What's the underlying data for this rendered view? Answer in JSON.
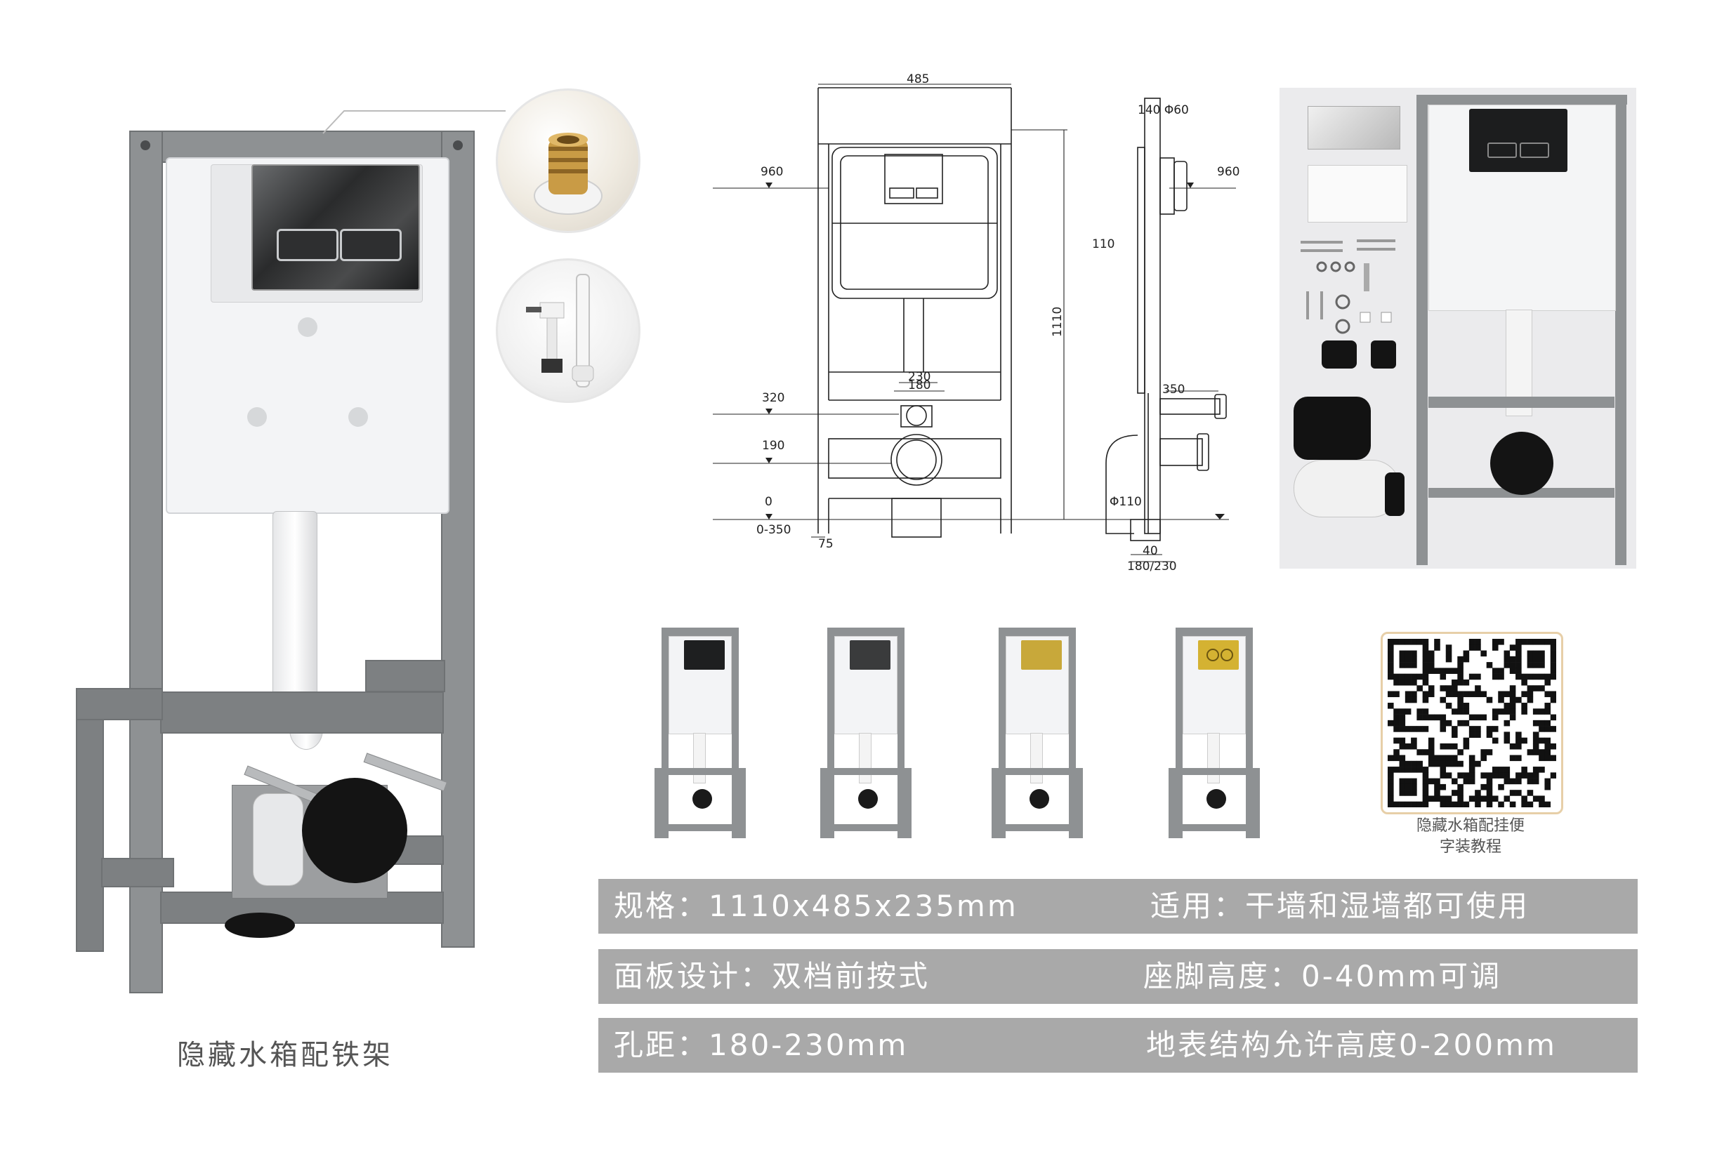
{
  "main_product": {
    "caption": "隐藏水箱配铁架"
  },
  "qr": {
    "caption_line1": "隐藏水箱配挂便",
    "caption_line2": "字装教程"
  },
  "drawing": {
    "dim_width": "485",
    "dim_960_left": "960",
    "dim_960_right": "960",
    "dim_320": "320",
    "dim_190": "190",
    "dim_0": "0",
    "dim_0_350": "0-350",
    "dim_75": "75",
    "dim_1110": "1110",
    "dim_230": "230",
    "dim_180": "180",
    "dim_140_60": "140 Φ60",
    "dim_110": "110",
    "dim_350": "350",
    "dim_phi110": "Φ110",
    "dim_40": "40",
    "dim_180_230": "180/230"
  },
  "specs": [
    {
      "left": "规格：1110x485x235mm",
      "right": "适用：干墙和湿墙都可使用"
    },
    {
      "left": "面板设计：双档前按式",
      "right": "座脚高度：0-40mm可调"
    },
    {
      "left": "孔距：180-230mm",
      "right": "地表结构允许高度0-200mm"
    }
  ],
  "variants": [
    {
      "panel_color": "#1e1f20",
      "button_shape": "rect"
    },
    {
      "panel_color": "#3a3b3c",
      "button_shape": "rect"
    },
    {
      "panel_color": "#c8a83a",
      "button_shape": "rect"
    },
    {
      "panel_color": "#d4b232",
      "button_shape": "round"
    }
  ],
  "colors": {
    "frame_gray": "#8e9193",
    "spec_bar": "#a9a9a9",
    "qr_border": "#e7cfa8"
  }
}
